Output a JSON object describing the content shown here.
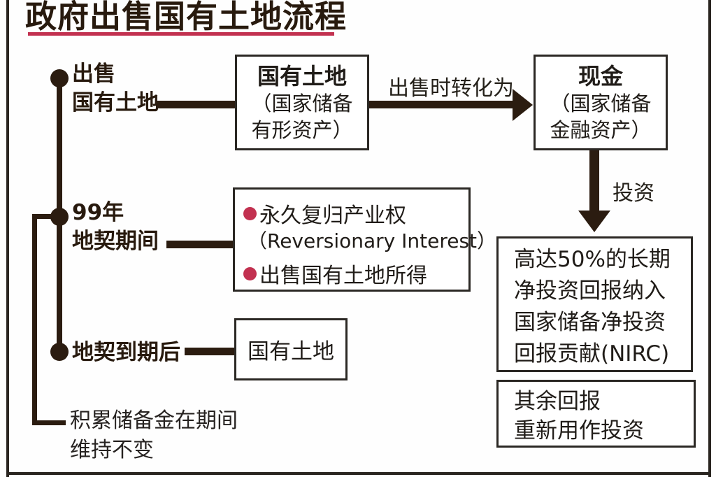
{
  "title": "政府出售国有土地流程",
  "colors": {
    "ink": "#2b1c10",
    "red": "#c23150",
    "border": "#2b2824"
  },
  "timeline": {
    "item1": {
      "line1": "出售",
      "line2": "国有土地"
    },
    "item2": {
      "line1": "99年",
      "line2": "地契期间"
    },
    "item3": {
      "label": "地契到期后"
    },
    "note": {
      "line1": "积累储备金在期间",
      "line2": "维持不变"
    }
  },
  "boxes": {
    "state_land": {
      "title": "国有土地",
      "line2": "（国家储备",
      "line3": "有形资产）"
    },
    "cash": {
      "title": "现金",
      "line2": "（国家储备",
      "line3": "金融资产）"
    },
    "lease": {
      "item1": "永久复归产业权",
      "item1_en": "（Reversionary Interest）",
      "item2": "出售国有土地所得"
    },
    "expired": {
      "label": "国有土地"
    },
    "nirc": {
      "line1": "高达50%的长期",
      "line2": "净投资回报纳入",
      "line3": "国家储备净投资",
      "line4": "回报贡献(NIRC)"
    },
    "remaining": {
      "line1": "其余回报",
      "line2": "重新用作投资"
    }
  },
  "arrows": {
    "sale_label": "出售时转化为",
    "invest_label": "投资"
  }
}
